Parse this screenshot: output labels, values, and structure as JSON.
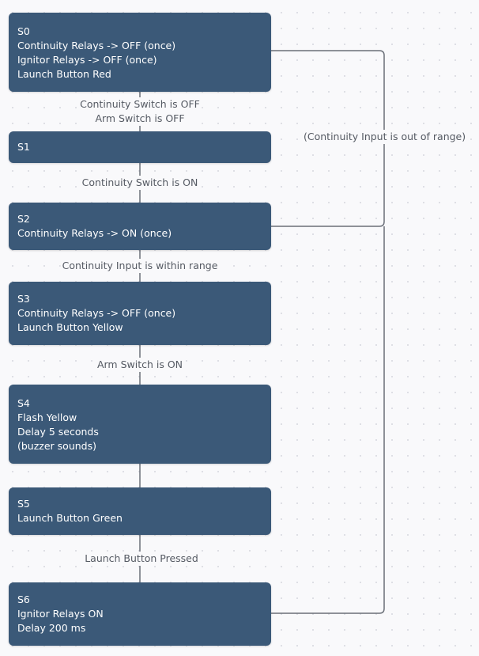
{
  "nodes": [
    {
      "id": "S0",
      "lines": [
        "S0",
        "Continuity Relays -> OFF (once)",
        "Ignitor Relays -> OFF (once)",
        "Launch Button Red"
      ]
    },
    {
      "id": "S1",
      "lines": [
        "S1"
      ]
    },
    {
      "id": "S2",
      "lines": [
        "S2",
        "Continuity Relays -> ON (once)"
      ]
    },
    {
      "id": "S3",
      "lines": [
        "S3",
        "Continuity Relays -> OFF (once)",
        "Launch Button Yellow"
      ]
    },
    {
      "id": "S4",
      "lines": [
        "S4",
        "Flash Yellow",
        "Delay 5 seconds",
        "(buzzer sounds)"
      ]
    },
    {
      "id": "S5",
      "lines": [
        "S5",
        "Launch Button Green"
      ]
    },
    {
      "id": "S6",
      "lines": [
        "S6",
        "Ignitor Relays ON",
        "Delay 200 ms"
      ]
    }
  ],
  "transitions": [
    {
      "from": "S0",
      "to": "S1",
      "lines": [
        "Continuity Switch is OFF",
        "Arm Switch is OFF"
      ]
    },
    {
      "from": "S1",
      "to": "S2",
      "lines": [
        "Continuity Switch is ON"
      ]
    },
    {
      "from": "S2",
      "to": "S3",
      "lines": [
        "Continuity Input is within range"
      ]
    },
    {
      "from": "S3",
      "to": "S4",
      "lines": [
        "Arm Switch is ON"
      ]
    },
    {
      "from": "S4",
      "to": "S5",
      "lines": []
    },
    {
      "from": "S5",
      "to": "S6",
      "lines": [
        "Launch Button Pressed"
      ]
    }
  ],
  "return_edge": {
    "from": [
      "S2",
      "S6"
    ],
    "to": "S0",
    "lines": [
      "(Continuity Input is out of range)"
    ]
  },
  "colors": {
    "node_fill": "#3b5978",
    "node_text": "#ffffff",
    "connector": "#6a6f78",
    "label_text": "#555a63"
  }
}
